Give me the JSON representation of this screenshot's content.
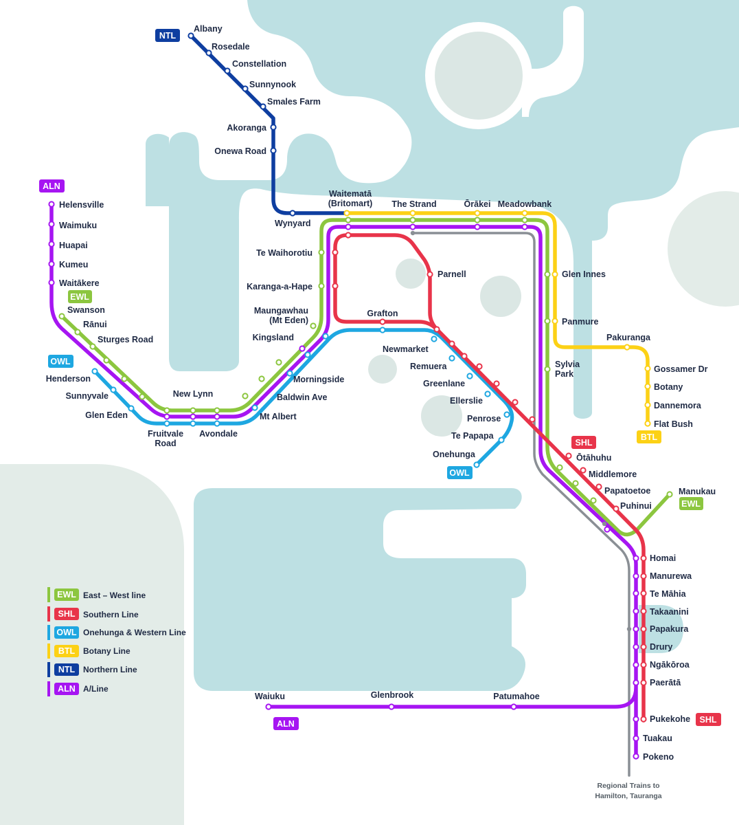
{
  "lines": {
    "ewl": {
      "code": "EWL",
      "name": "East – West line",
      "color": "#8cc63f"
    },
    "shl": {
      "code": "SHL",
      "name": "Southern Line",
      "color": "#e8344a"
    },
    "owl": {
      "code": "OWL",
      "name": "Onehunga & Western Line",
      "color": "#1ea7e1"
    },
    "btl": {
      "code": "BTL",
      "name": "Botany Line",
      "color": "#fcd116"
    },
    "ntl": {
      "code": "NTL",
      "name": "Northern Line",
      "color": "#0e3ea0"
    },
    "aln": {
      "code": "ALN",
      "name": "A/Line",
      "color": "#a615f2"
    },
    "regional": {
      "color": "#8a8f95"
    }
  },
  "stations": {
    "albany": "Albany",
    "rosedale": "Rosedale",
    "constellation": "Constellation",
    "sunnynook": "Sunnynook",
    "smales_farm": "Smales Farm",
    "akoranga": "Akoranga",
    "onewa_road": "Onewa Road",
    "wynyard": "Wynyard",
    "waitemata_1": "Waitematā",
    "waitemata_2": "(Britomart)",
    "the_strand": "The  Strand",
    "orakei": "Ōrākei",
    "meadowbank": "Meadowbank",
    "glen_innes": "Glen Innes",
    "panmure": "Panmure",
    "pakuranga": "Pakuranga",
    "gossamer_dr": "Gossamer Dr",
    "botany": "Botany",
    "dannemora": "Dannemora",
    "flat_bush": "Flat Bush",
    "sylvia_park_1": "Sylvia",
    "sylvia_park_2": "Park",
    "parnell": "Parnell",
    "grafton": "Grafton",
    "te_waihorotiu": "Te Waihorotiu",
    "karanga_a_hape": "Karanga-a-Hape",
    "maungawhau_1": "Maungawhau",
    "maungawhau_2": "(Mt Eden)",
    "kingsland": "Kingsland",
    "morningside": "Morningside",
    "baldwin_ave": "Baldwin Ave",
    "mt_albert": "Mt Albert",
    "avondale": "Avondale",
    "fruitvale_1": "Fruitvale",
    "fruitvale_2": "Road",
    "new_lynn": "New Lynn",
    "glen_eden": "Glen Eden",
    "sunnyvale": "Sunnyvale",
    "henderson": "Henderson",
    "sturges_road": "Sturges Road",
    "ranui": "Rānui",
    "swanson": "Swanson",
    "waitakere": "Waitākere",
    "kumeu": "Kumeu",
    "huapai": "Huapai",
    "waimuku": "Waimuku",
    "helensville": "Helensville",
    "newmarket": "Newmarket",
    "remuera": "Remuera",
    "greenlane": "Greenlane",
    "ellerslie": "Ellerslie",
    "penrose": "Penrose",
    "te_papapa": "Te Papapa",
    "onehunga": "Onehunga",
    "otahuhu": "Ōtāhuhu",
    "middlemore": "Middlemore",
    "papatoetoe": "Papatoetoe",
    "puhinui": "Puhinui",
    "manukau": "Manukau",
    "homai": "Homai",
    "manurewa": "Manurewa",
    "te_mahia": "Te Māhia",
    "takaanini": "Takaanini",
    "papakura": "Papakura",
    "drury": "Drury",
    "ngakoroa": "Ngākōroa",
    "paerata": "Paerātā",
    "pukekohe": "Pukekohe",
    "tuakau": "Tuakau",
    "pokeno": "Pokeno",
    "waiuku": "Waiuku",
    "glenbrook": "Glenbrook",
    "patumahoe": "Patumahoe"
  },
  "footnote": {
    "line1": "Regional Trains to",
    "line2": "Hamilton, Tauranga"
  },
  "colors": {
    "water": "#bde0e3",
    "land_shade": "#e3ece8",
    "island": "#dbe7e4",
    "text": "#1f2a44",
    "footnote": "#555e66"
  }
}
